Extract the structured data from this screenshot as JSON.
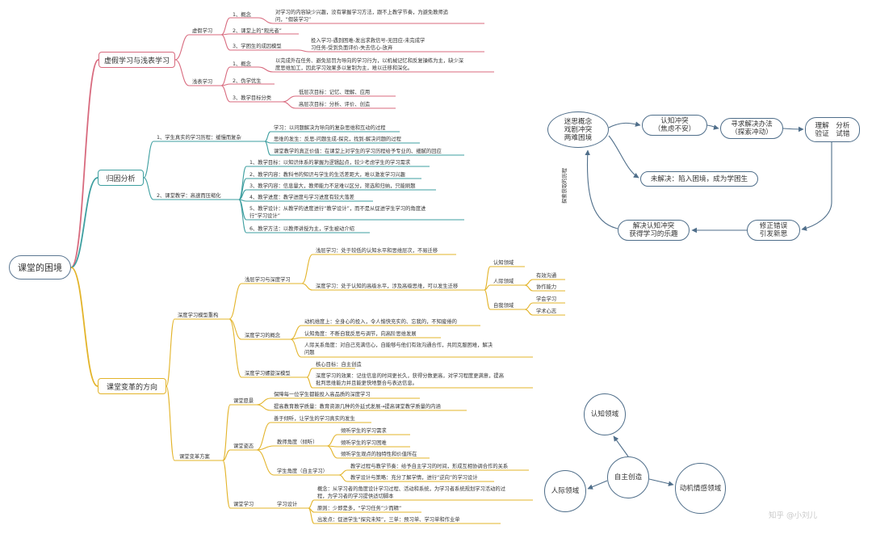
{
  "root": "课堂的困境",
  "branches": [
    {
      "label": "虚假学习与浅表学习",
      "color": "#d86a7e"
    },
    {
      "label": "归因分析",
      "color": "#3e9fa0"
    },
    {
      "label": "课堂变革的方向",
      "color": "#e3b42a"
    }
  ],
  "pink": {
    "xujia": "虚假学习",
    "gainian": "1、概念",
    "gainian_desc": [
      "对学习的内容缺少兴趣，没有掌握学习方法，跟不上教学节奏，为避免教师追",
      "问，“假装学习”"
    ],
    "guangguang": "2、课堂上的“观光者”",
    "xuekun": "3、学困生的成因模型",
    "xuekun_desc": [
      "投入学习-遇到困难-发出求救信号-无回应-未完成学",
      "习任务-受到负面评价-失去信心-放弃"
    ],
    "qianbiao": "浅表学习",
    "qb_gainian": "1、概念",
    "qb_desc": [
      "以完成外在任务、避免惩罚为导向的学习行为，以机械记忆和反复操练为主，缺少深",
      "度思维加工，因此学习效果多以复制为主，难以迁移和深化。"
    ],
    "weixue": "2、伪学优生",
    "mubiao": "3、教学目标分类",
    "dicengci": "低层次目标：记忆、理解、应用",
    "gaocengci": "高层次目标：分析、评价、创造"
  },
  "teal": {
    "a1": "1、学生真实的学习历程：缓慢而复杂",
    "a1_items": [
      "学习：以问题解决为导向的复杂思维和互动的过程",
      "思维的发生：反思-问题生成-探究，找到-解决问题的过程",
      "课堂教学的真正价值：在课堂上对学生的学习历程给予专业的、细腻的回应"
    ],
    "a2": "2、课堂教学：高速而压缩化",
    "a2_items": [
      [
        "1、教学目标：以知识体系的掌握为逻辑起点，较少考虑学生的学习需求"
      ],
      [
        "2、教学内容：教科书的知识与学生的生活差距大，难以激发学习兴趣"
      ],
      [
        "3、教学内容：信息量大，教师能力不足难以区分，筛选和归纳，只能刷题"
      ],
      [
        "4、教学进度：教学进度与学习进度有较大落差"
      ],
      [
        "5、教学设计：从教学的进度进行“教学设计”，而不是从促进学生学习的角度进",
        "行“学习设计”"
      ],
      [
        "6、教学方法：以教师讲授为主，学生被动介绍"
      ]
    ]
  },
  "gold": {
    "model": "深度学习模型重构",
    "compare": "浅层学习与深度学习",
    "shallow": "浅层学习：处于较低的认知水平和思维层次，不易迁移",
    "deep": "深度学习：处于认知的高级水平，涉及高级思维，可以发生迁移",
    "renzhi": "认知领域",
    "renji": "人际领域",
    "youxiao": "有效沟通",
    "xiezuo": "协作能力",
    "ziwo": "自我领域",
    "xuehui": "学会学习",
    "xueshu": "学术心志",
    "concept": "深度学习的概念",
    "c1": "动机维度上：全身心的投入，令人愉快充实的、忘我的，不知疲倦的",
    "c2": "认知角度：不断自我反思与调节，向高阶思维发展",
    "c3": [
      "人际关系角度：对自己充满信心，自能够与他们有效沟通合作，共同克服困难，解决",
      "问题"
    ],
    "zhong": "深度学习螺旋深模型",
    "core": "核心目标：自主创造",
    "sd": [
      "深度学习的效果：记住信息的时间更长久，获得分数更高，对学习程度更满意，提高",
      "批判思维能力并且能更快地整合与表达信息。"
    ],
    "plan": "课堂变革方案",
    "vision": "课堂愿景",
    "v1": "保障每一位学生都能投入高品质的深度学习",
    "v2": "提高教育教学质量：教育资源几种的外延式发展→提高课堂教学质量的内涵",
    "stance": "课堂姿态",
    "s_heart": "善于倾听，让学生的学习真实的发生",
    "teacher": "教师角度（倾听）",
    "t1": "倾听学生的学习需求",
    "t2": "倾听学生的学习困难",
    "t3": "倾听学生观点的独特性和价值所在",
    "student": "学生角度（自主学习）",
    "st1": "教学过程与教学节奏：给予自主学习的时间，形成互相协调合作的关系",
    "st2": "教学设计与策略：充分了解学情，进行“逆向”的学习设计",
    "learn": "课堂学习",
    "design": "学习设计",
    "d1": [
      "概念：从学习者的角度设计学习过程、活动和系统，为学习者系统规划学习活动的过",
      "程，为学习者的学习提供适切脚本"
    ],
    "d2": "原则：少即是多，“学习任务”少而精“",
    "d3": "出发点：促进学生“探究未知”，三单：预习单、学习单和作业单"
  },
  "flow": {
    "box1": [
      "迷思概念",
      "戏剧冲突",
      "两难困境"
    ],
    "box2": [
      "认知冲突",
      "（焦虑不安）"
    ],
    "box3": [
      "寻求解决办法",
      "（探索冲动）"
    ],
    "box4": [
      "理解　分析",
      "验证　试错"
    ],
    "box5": "未解决：陷入困境，成为学困生",
    "box6": [
      "修正错误",
      "引发新思"
    ],
    "box7": [
      "解决认知冲突",
      "获得学习的乐趣"
    ],
    "vlabel": "探索获取的历程"
  },
  "venn": {
    "center": "自主创造",
    "top": "认知领域",
    "left": "人际领域",
    "right": "动机情感领域"
  },
  "watermark": "知乎 @小刘儿"
}
